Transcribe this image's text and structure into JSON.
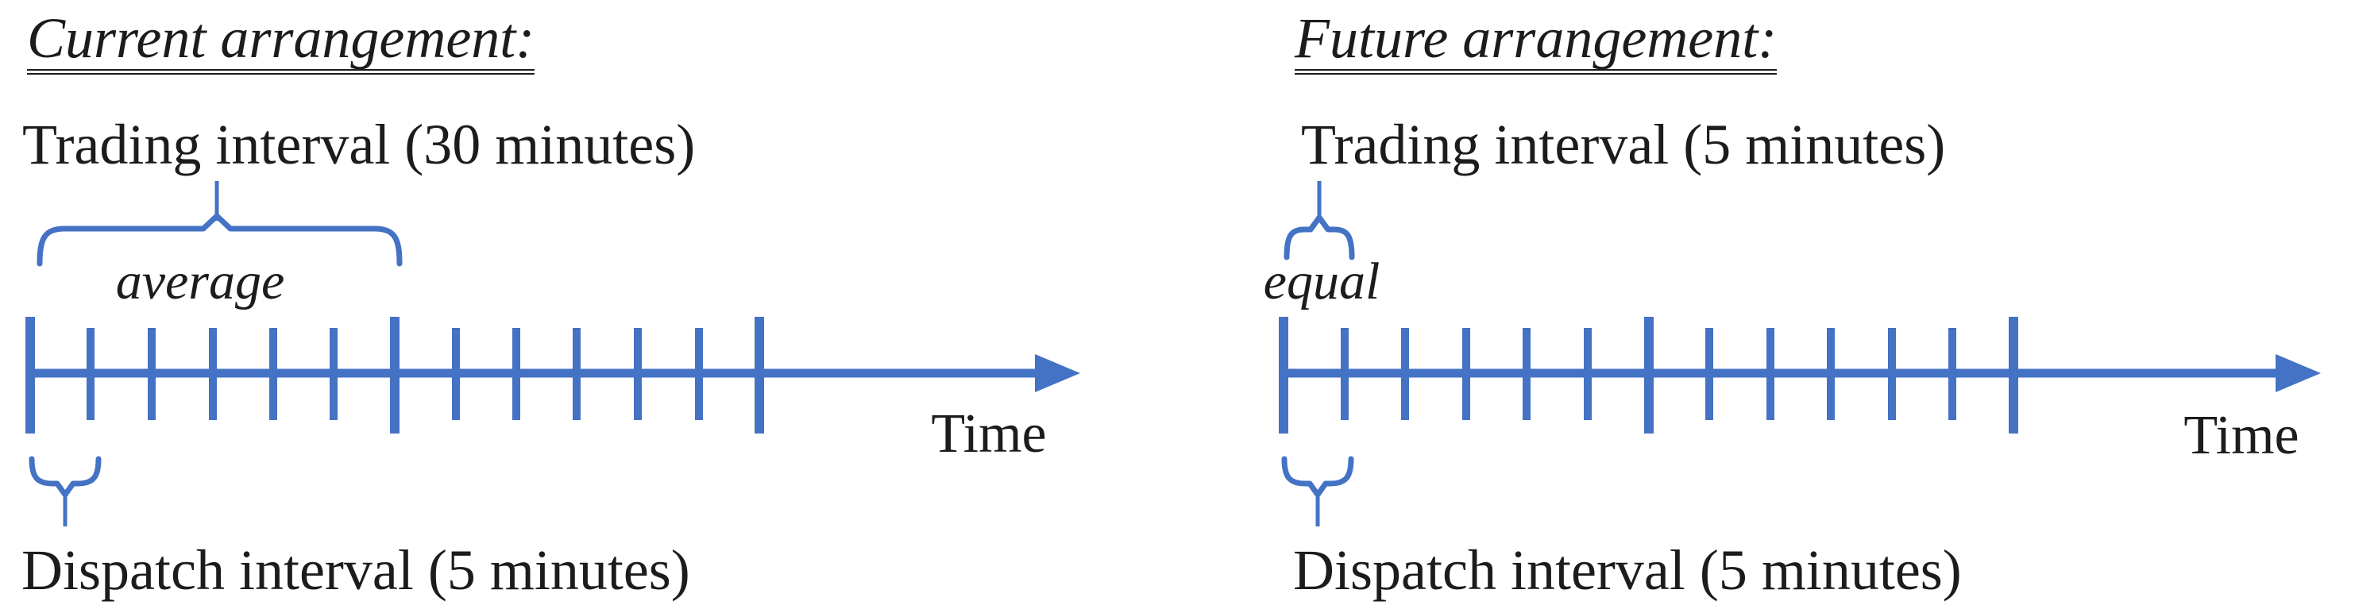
{
  "diagram": {
    "description": "Comparison of electricity market settlement timelines",
    "background_color": "#ffffff",
    "accent_color": "#4472c4",
    "text_color": "#1c1c1c"
  },
  "panels": [
    {
      "id": "current",
      "title": "Current arrangement:",
      "trading_interval_label": "Trading interval (30 minutes)",
      "relationship_label": "average",
      "dispatch_interval_label": "Dispatch interval (5 minutes)",
      "axis_label": "Time",
      "trading_interval_minutes": 30,
      "dispatch_interval_minutes": 5,
      "dispatch_intervals_per_trading_interval": 6,
      "tick_count": 13,
      "major_tick_indices": [
        0,
        6,
        12
      ]
    },
    {
      "id": "future",
      "title": "Future arrangement:",
      "trading_interval_label": "Trading interval (5 minutes)",
      "relationship_label": "equal",
      "dispatch_interval_label": "Dispatch interval (5 minutes)",
      "axis_label": "Time",
      "trading_interval_minutes": 5,
      "dispatch_interval_minutes": 5,
      "dispatch_intervals_per_trading_interval": 1,
      "tick_count": 13,
      "major_tick_indices": [
        0,
        6,
        12
      ]
    }
  ]
}
